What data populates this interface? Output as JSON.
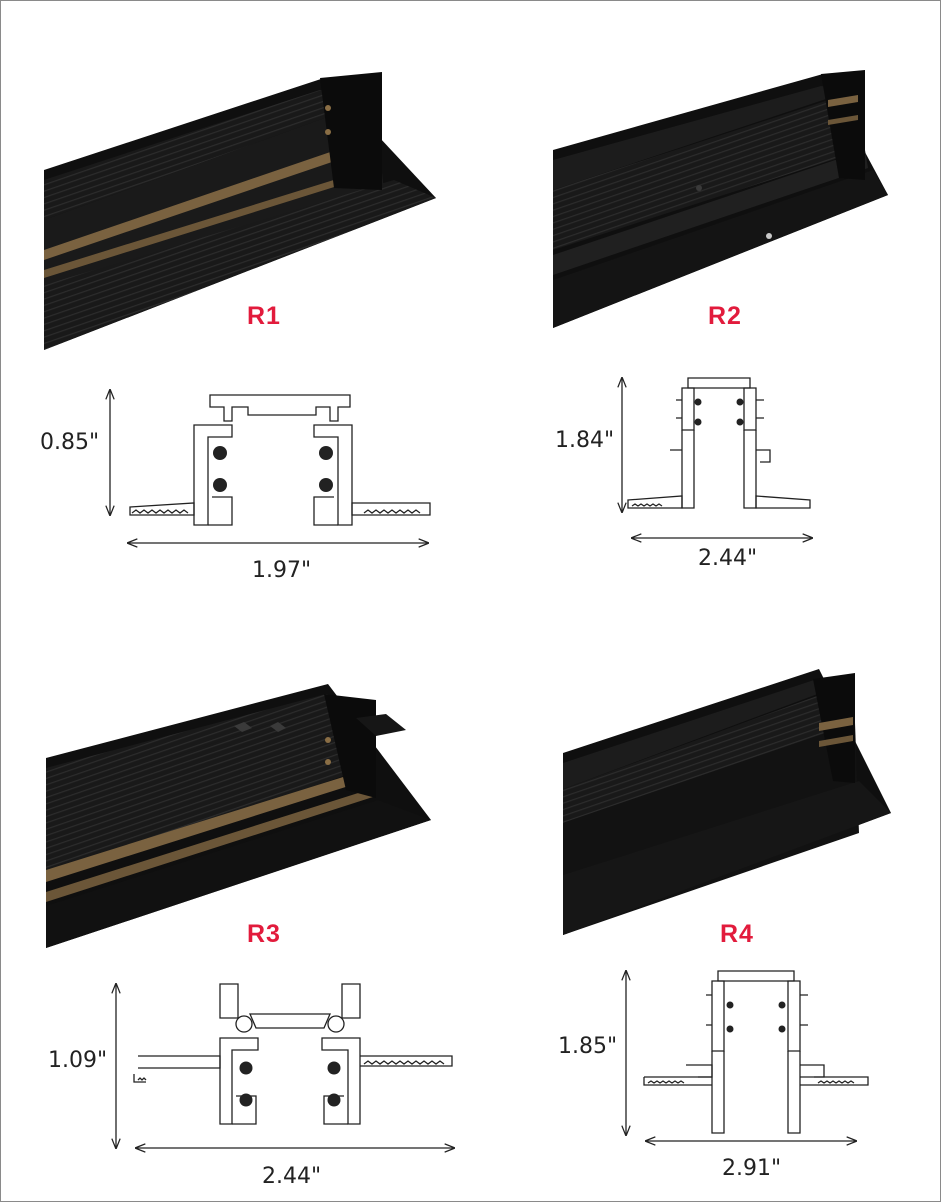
{
  "colors": {
    "label": "#e21b3c",
    "product": "#161616",
    "brass": "#7a6240",
    "line": "#222222"
  },
  "models": [
    {
      "label": "R1",
      "height": "0.85\"",
      "width": "1.97\""
    },
    {
      "label": "R2",
      "height": "1.84\"",
      "width": "2.44\""
    },
    {
      "label": "R3",
      "height": "1.09\"",
      "width": "2.44\""
    },
    {
      "label": "R4",
      "height": "1.85\"",
      "width": "2.91\""
    }
  ]
}
